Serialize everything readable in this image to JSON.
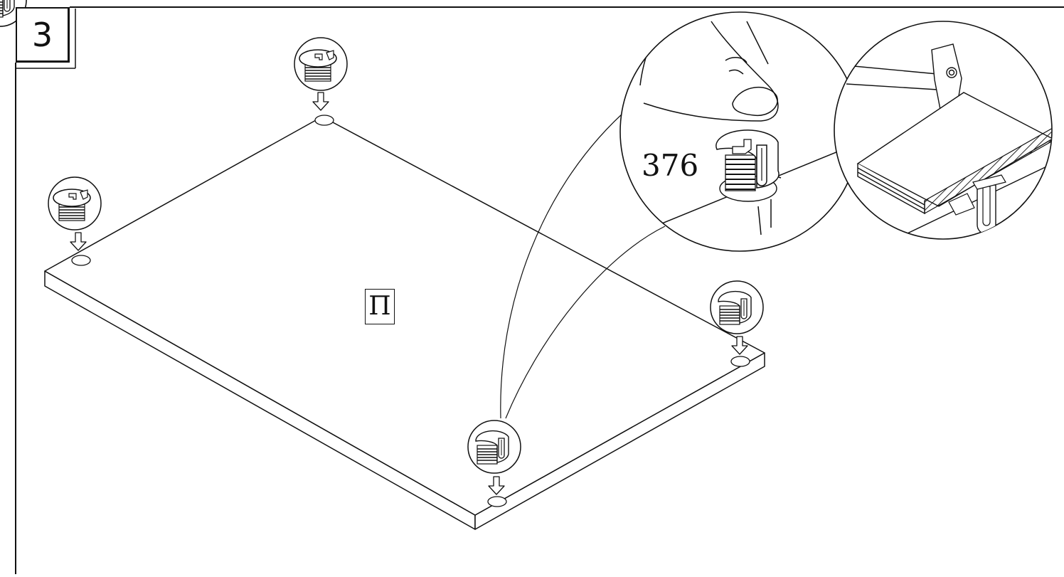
{
  "step": {
    "number": "3"
  },
  "panel": {
    "label": "П"
  },
  "part": {
    "number": "376"
  },
  "diagram": {
    "components": [
      "cam-lock-insert",
      "cam-lock-insert",
      "cam-lock-insert",
      "cam-lock-insert",
      "cam-lock-insert"
    ],
    "details": [
      "finger-press-detail",
      "hammer-tap-detail"
    ]
  }
}
